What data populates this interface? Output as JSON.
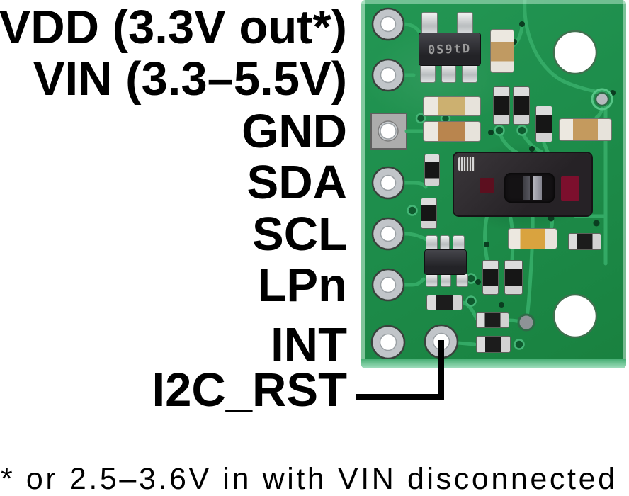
{
  "diagram": {
    "pins": [
      {
        "name": "VDD",
        "label": "VDD (3.3V out*)"
      },
      {
        "name": "VIN",
        "label": "VIN (3.3–5.5V)"
      },
      {
        "name": "GND",
        "label": "GND"
      },
      {
        "name": "SDA",
        "label": "SDA"
      },
      {
        "name": "SCL",
        "label": "SCL"
      },
      {
        "name": "LPn",
        "label": "LPn"
      },
      {
        "name": "INT",
        "label": "INT"
      },
      {
        "name": "I2C_RST",
        "label": "I2C_RST"
      }
    ],
    "footnote": "* or 2.5–3.6V in with VIN disconnected"
  },
  "board": {
    "regulator_marking": "0S9tD",
    "colors": {
      "pcb_green": "#1d8c4a",
      "trace_green": "#36ad68",
      "sensor_body": "#2e2a2e",
      "sensor_window_left": "#5c0f1f",
      "sensor_window_right": "#7c0f2d",
      "label_text": "#000000"
    }
  }
}
